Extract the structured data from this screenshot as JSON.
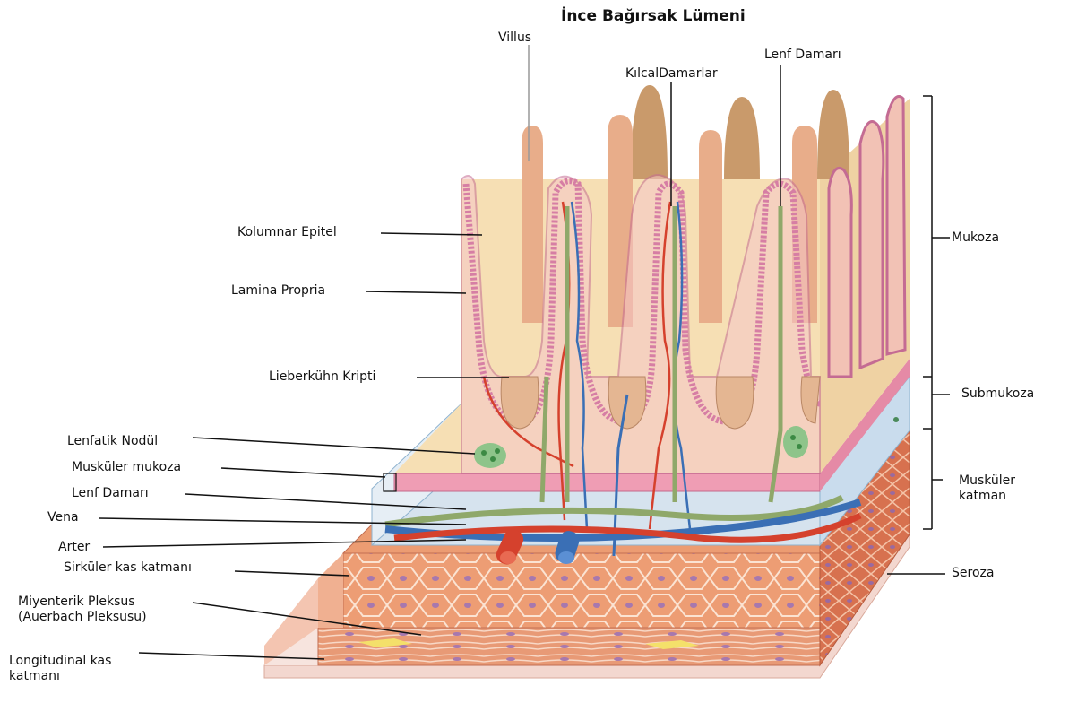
{
  "title": "İnce Bağırsak Lümeni",
  "labels": {
    "villus": "Villus",
    "kilcal": "KılcalDamarlar",
    "lenf_damari_top": "Lenf Damarı",
    "kolumnar": "Kolumnar Epitel",
    "lamina": "Lamina Propria",
    "lieberkuhn": "Lieberkühn Kripti",
    "lenfatik": "Lenfatik Nodül",
    "muskuler_mukoza": "Musküler mukoza",
    "lenf_damari": "Lenf Damarı",
    "vena": "Vena",
    "arter": "Arter",
    "sirkuler": "Sirküler kas katmanı",
    "miyenterik": "Miyenterik Pleksus\n(Auerbach Pleksusu)",
    "longitudinal": "Longitudinal kas\nkatmanı",
    "mukoza": "Mukoza",
    "submukoza": "Submukoza",
    "muskuler_katman": "Musküler\nkatman",
    "seroza": "Seroza"
  },
  "colors": {
    "mucosa": "#f6dfb4",
    "villus": "#e9b08c",
    "villus_dark": "#c99a6b",
    "epithelium": "#d88aa8",
    "submucosa": "#d6e3ee",
    "muscle": "#ec9c72",
    "muscle_dark": "#c55f3a",
    "artery": "#d5412d",
    "vein": "#3a6fb5",
    "lymph": "#8fa86a",
    "serosa": "#f3d7cf"
  }
}
